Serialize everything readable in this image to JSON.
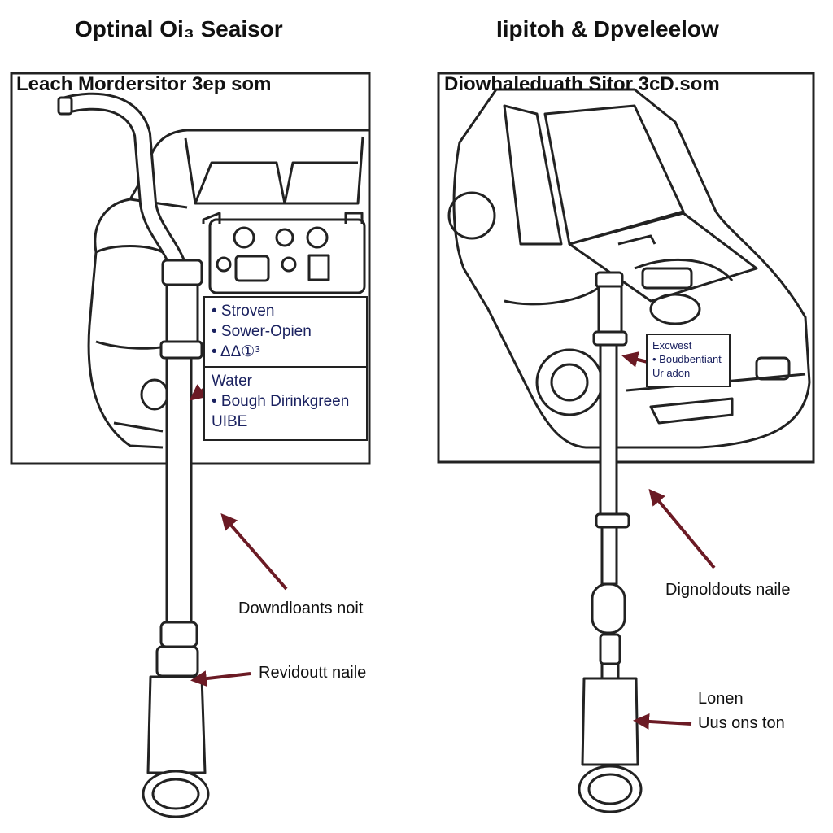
{
  "headings": {
    "left": "Optinal Oi₃ Seaisor",
    "right": "Iipitoh & Dpveleelow"
  },
  "frames": {
    "left_title": "Leach Mordersitor 3ep som",
    "right_title": "Diowhaleduath Sitor 3cD.som"
  },
  "callouts": {
    "top": [
      "• Stroven",
      "• Sower-Opien",
      "• ΔΔ①³"
    ],
    "bottom": [
      "Water",
      "• Bough Dirinkgreen",
      "UIBE"
    ],
    "right": [
      "Excwest",
      "• Boudbentiant",
      "Ur adon"
    ]
  },
  "labels": {
    "left_mid": "Downdloants noit",
    "left_low": "Revidoutt naile",
    "right_mid": "Dignoldouts naile",
    "right_low_1": "Lonen",
    "right_low_2": "Uus ons ton"
  },
  "colors": {
    "line": "#222222",
    "arrow": "#6b1a24",
    "callout_text": "#1b2260"
  }
}
